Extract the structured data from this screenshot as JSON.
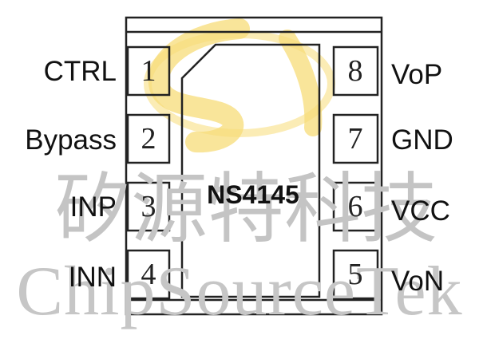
{
  "chip": {
    "name": "NS4145"
  },
  "watermark": {
    "chinese": "矽源特科技",
    "english": "ChipSourceTek"
  },
  "pins": [
    {
      "number": "1",
      "label": "CTRL"
    },
    {
      "number": "2",
      "label": "Bypass"
    },
    {
      "number": "3",
      "label": "INP"
    },
    {
      "number": "4",
      "label": "INN"
    },
    {
      "number": "5",
      "label": "VoN"
    },
    {
      "number": "6",
      "label": "VCC"
    },
    {
      "number": "7",
      "label": "GND"
    },
    {
      "number": "8",
      "label": "VoP"
    }
  ],
  "colors": {
    "logo": "#f7dc78",
    "outline": "#222222",
    "watermark": "#c4c4c4"
  }
}
